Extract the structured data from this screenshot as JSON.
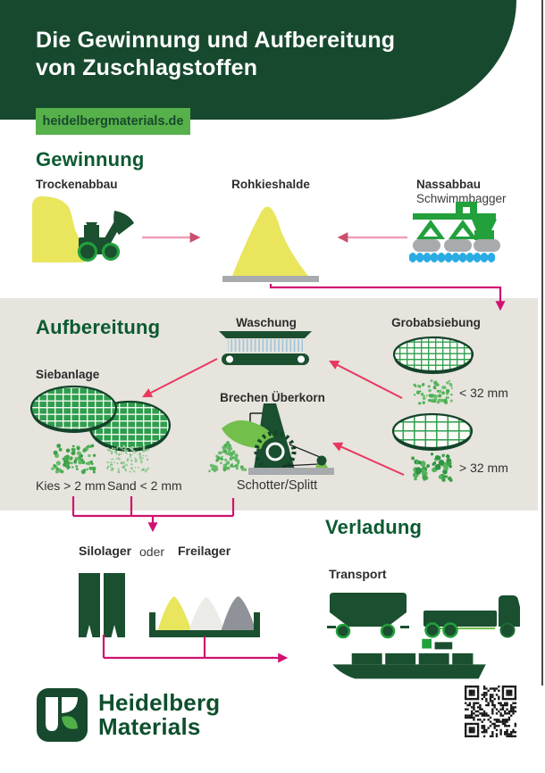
{
  "colors": {
    "header_green": "#17492e",
    "badge_green": "#56b14a",
    "heading_green": "#0c5a31",
    "machine_green": "#1a4f2f",
    "bright_green": "#22a03c",
    "light_green": "#72bf4b",
    "yellow": "#e9e55d",
    "panel_gray": "#e6e4dd",
    "base_gray": "#a8abad",
    "water_blue": "#2aabe3",
    "arrow_pink": "#ef9cb7",
    "arrow_red": "#e8385e",
    "connector_magenta": "#d01270",
    "text_dark": "#333333"
  },
  "header": {
    "title_line1": "Die Gewinnung und Aufbereitung",
    "title_line2": "von Zuschlagstoffen",
    "website": "heidelbergmaterials.de"
  },
  "gewinnung": {
    "heading": "Gewinnung",
    "trockenabbau": "Trockenabbau",
    "rohkieshalde": "Rohkieshalde",
    "nassabbau": "Nassabbau",
    "schwimmbagger": "Schwimmbagger"
  },
  "aufbereitung": {
    "heading": "Aufbereitung",
    "waschung": "Waschung",
    "grobabsiebung": "Grobabsiebung",
    "siebanlage": "Siebanlage",
    "brechen_ueberkorn": "Brechen Überkorn",
    "kies": "Kies > 2 mm",
    "sand": "Sand < 2 mm",
    "under_32": "< 32 mm",
    "over_32": "> 32 mm",
    "schotter_splitt": "Schotter/Splitt"
  },
  "lagerung": {
    "silolager": "Silolager",
    "oder": "oder",
    "freilager": "Freilager"
  },
  "verladung": {
    "heading": "Verladung",
    "transport": "Transport"
  },
  "footer": {
    "brand_line1": "Heidelberg",
    "brand_line2": "Materials"
  }
}
